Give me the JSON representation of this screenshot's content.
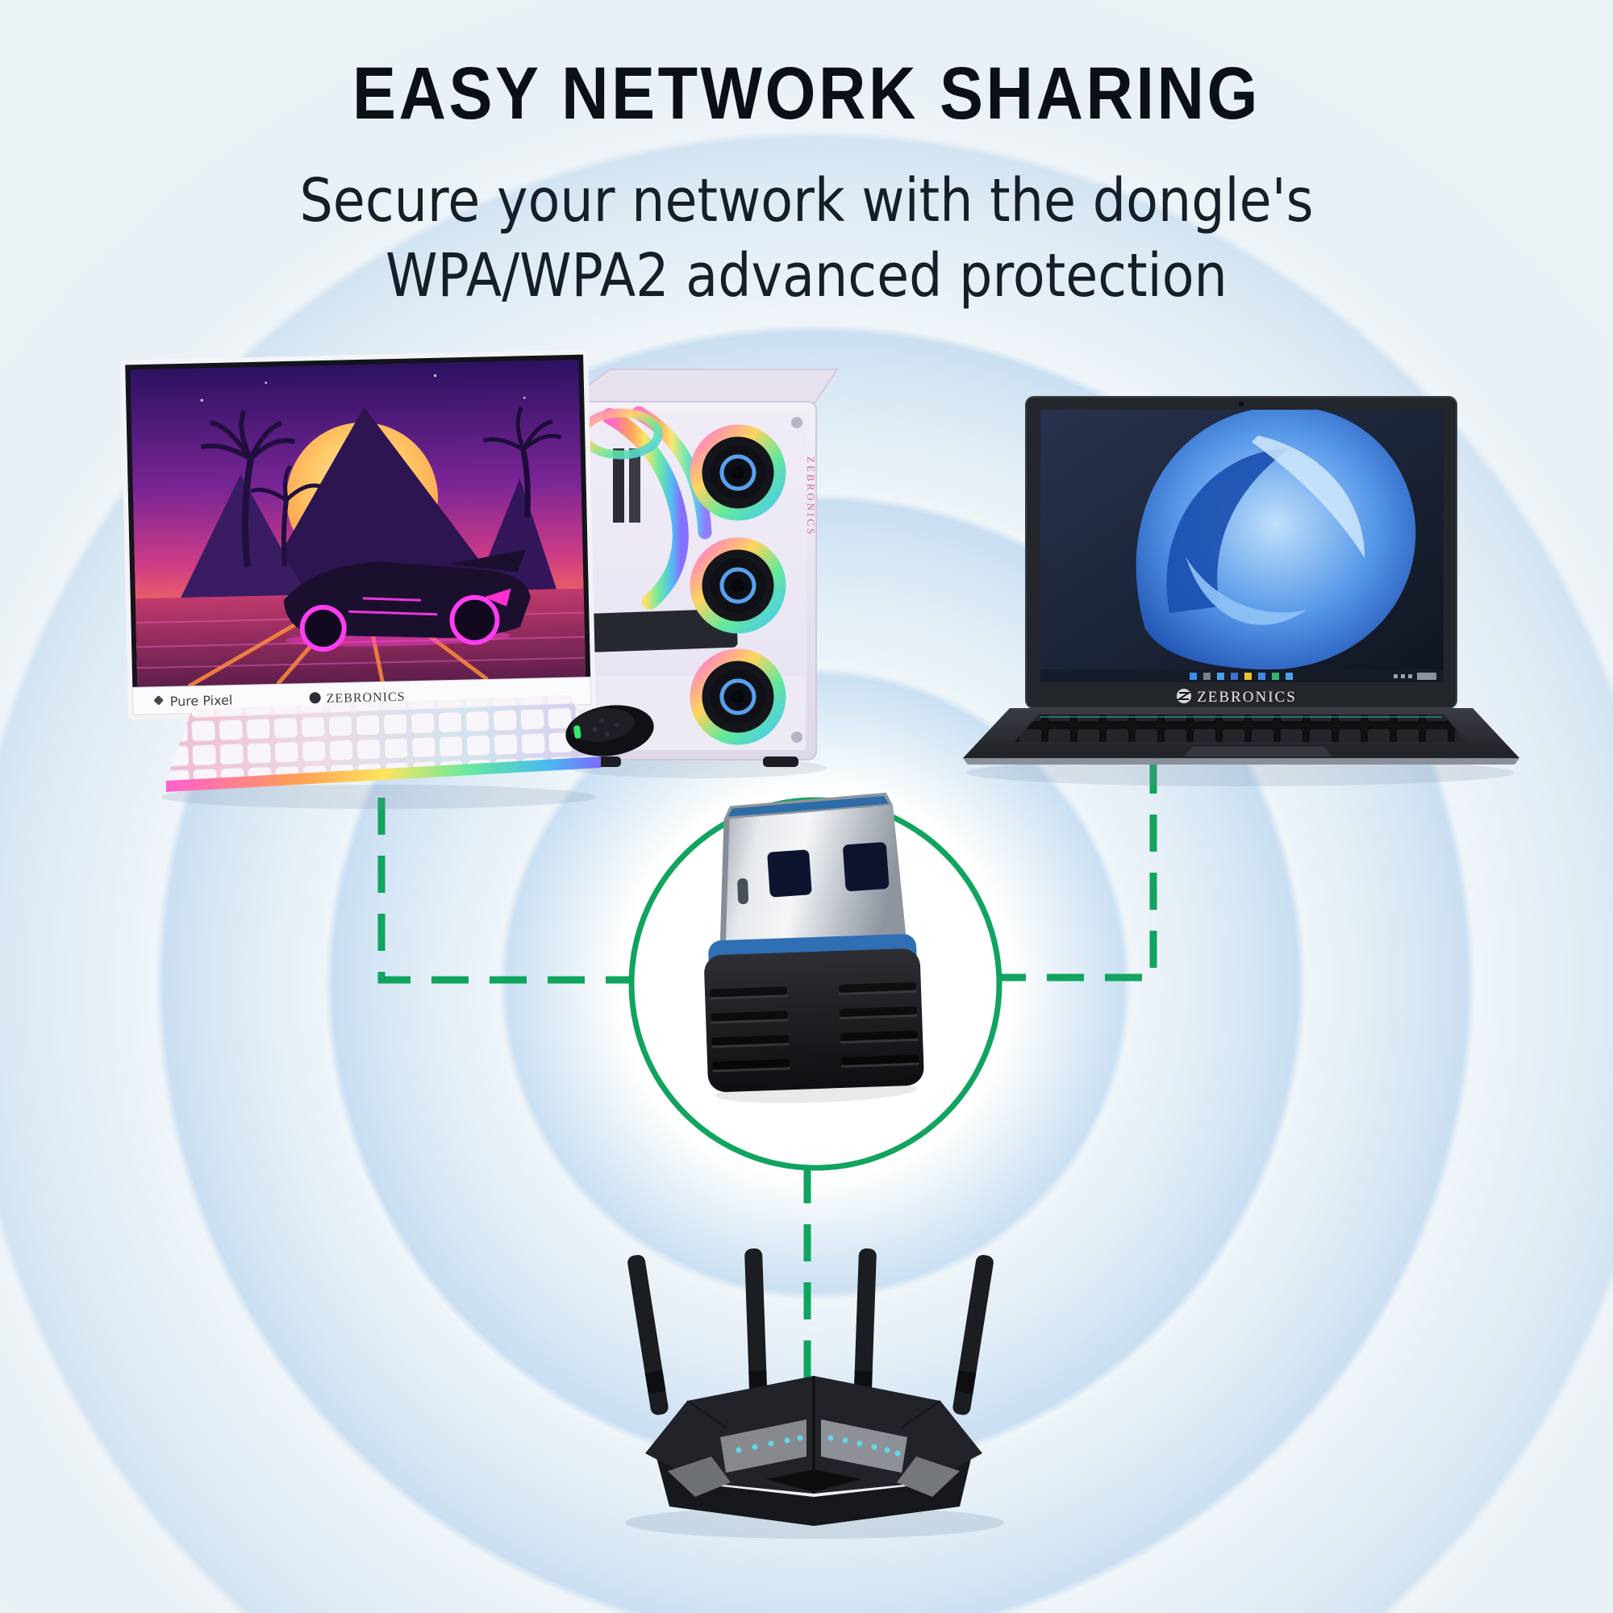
{
  "header": {
    "title": "EASY NETWORK SHARING",
    "subtitle_line1": "Secure your network with the dongle's",
    "subtitle_line2": "WPA/WPA2 advanced protection"
  },
  "desktop": {
    "monitor_badge": "Pure Pixel",
    "monitor_brand": "ZEBRONICS",
    "case_brand": "ZEBRONICS"
  },
  "laptop": {
    "brand": "ZEBRONICS"
  },
  "colors": {
    "accent_green": "#10a45e",
    "background": "#ebf2f6",
    "ripple_blue": "#c9def2"
  }
}
